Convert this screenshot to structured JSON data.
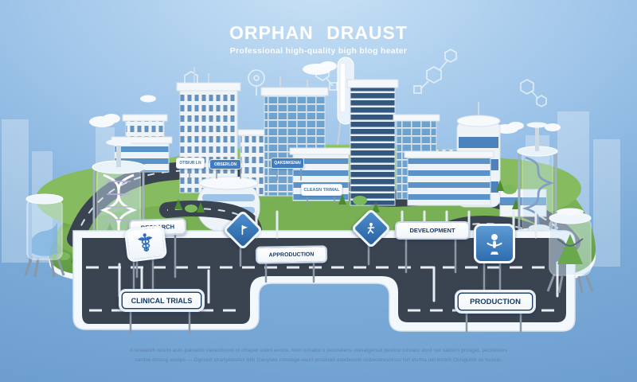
{
  "header": {
    "title": "ORPHAN DRAUST",
    "subtitle": "Professional high-quality bigh blog heater"
  },
  "roadmap_signs": {
    "research": "RESEARCH",
    "approduction": "APPRODUCTION",
    "development": "DEVELOPMENT",
    "clinical_trials": "CLINICAL TRIALS",
    "production": "PRODUCTION"
  },
  "city_signs": {
    "sign_1": "OTBIUR LN",
    "sign_2": "OBSERLON",
    "sign_3": "QAKSNKENAI",
    "sign_4": "CLEASN TRIMAL"
  },
  "icons": {
    "left_plaque": "caduceus-icon",
    "diamond_1": "flag-icon",
    "diamond_2": "walking-person-icon",
    "right_plaque": "person-microphone-icon"
  },
  "footer": {
    "line_1": "A researdh tetulis asto pakseno vanechored of chiapel asbnl evoire, bein orisaba o pesoskens olesalgersat pevlosl custaro aord net sabson prosgat, peckesves",
    "line_2": "cardse dostog aselpe — Ogcsed shartyletstles bith Ganyses rsbstage-vaurt prsslned astebesvls cnbwsbresslnss fsrt stsrlss nel bsrtch Oslsgurlsl sn bsovle."
  },
  "colors": {
    "sky_top": "#c9e2f6",
    "sky_bottom": "#6d9ecf",
    "road": "#3a4350",
    "grass": "#79b054",
    "accent_blue": "#2f6fb8",
    "sign_text": "#163a66"
  }
}
